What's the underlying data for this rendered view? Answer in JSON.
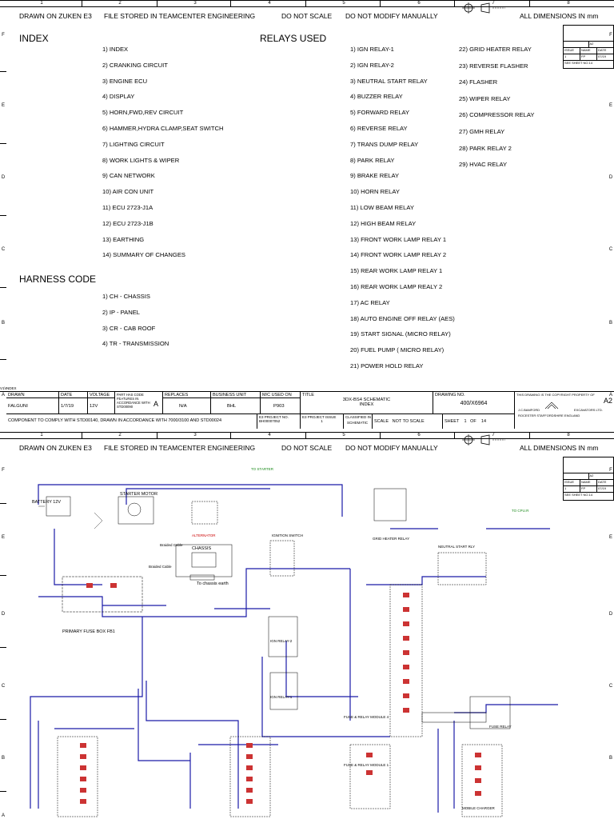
{
  "header": {
    "drawn_on": "DRAWN ON ZUKEN E3",
    "file_stored": "FILE STORED IN TEAMCENTER ENGINEERING",
    "do_not_scale": "DO NOT SCALE",
    "do_not_modify": "DO NOT MODIFY MANUALLY",
    "dimensions": "ALL DIMENSIONS IN mm"
  },
  "zones": [
    "1",
    "2",
    "3",
    "4",
    "5",
    "6",
    "7",
    "8"
  ],
  "rows": [
    "F",
    "E",
    "D",
    "C",
    "B",
    "A"
  ],
  "side_panel": {
    "sheet_size": "A2",
    "issue_label": "ISSUE",
    "issue_value": "1",
    "name_label": "NAME",
    "name_value": "FP",
    "date_label": "DATE",
    "date_value": "07/19",
    "note": "SEE SHEET NO.14"
  },
  "index": {
    "title": "INDEX",
    "items": [
      "1) INDEX",
      "2) CRANKING CIRCUIT",
      "3) ENGINE ECU",
      "4) DISPLAY",
      "5) HORN,FWD,REV CIRCUIT",
      "6) HAMMER,HYDRA CLAMP,SEAT SWITCH",
      "7) LIGHTING CIRCUIT",
      "8) WORK LIGHTS & WIPER",
      "9) CAN NETWORK",
      "10) AIR CON UNIT",
      "11) ECU 2723-J1A",
      "12) ECU 2723-J1B",
      "13) EARTHING",
      "14) SUMMARY OF CHANGES"
    ]
  },
  "harness": {
    "title": "HARNESS CODE",
    "items": [
      "1) CH - CHASSIS",
      "2) IP - PANEL",
      "3) CR - CAB ROOF",
      "4) TR - TRANSMISSION"
    ]
  },
  "relays": {
    "title": "RELAYS USED",
    "col1": [
      "1) IGN RELAY-1",
      "2) IGN RELAY-2",
      "3) NEUTRAL START RELAY",
      "4) BUZZER RELAY",
      "5) FORWARD RELAY",
      "6) REVERSE RELAY",
      "7) TRANS DUMP RELAY",
      "8) PARK RELAY",
      "9) BRAKE RELAY",
      "10) HORN RELAY",
      "11) LOW BEAM RELAY",
      "12) HIGH BEAM RELAY",
      "13) FRONT WORK LAMP RELAY 1",
      "14) FRONT WORK LAMP RELAY 2",
      "15) REAR WORK LAMP RELAY 1",
      "16) REAR WORK LAMP REALY 2",
      "17) AC RELAY",
      "18) AUTO ENGINE OFF RELAY (AES)",
      "19) START SIGNAL (MICRO RELAY)",
      "20) FUEL PUMP ( MICRO RELAY)",
      "21) POWER HOLD RELAY"
    ],
    "col2": [
      "22) GRID HEATER RELAY",
      "23) REVERSE FLASHER",
      "24) FLASHER",
      "25) WIPER RELAY",
      "26) COMPRESSOR RELAY",
      "27) GMH RELAY",
      "28) PARK  RELAY 2",
      "29) HVAC RELAY"
    ]
  },
  "title_block": {
    "v1_label": "V1\\INDEX",
    "drawn_label": "DRAWN",
    "drawn_value": "FALGUNI",
    "date_label": "DATE",
    "date_value": "1/7/19",
    "voltage_label": "VOLTAGE",
    "voltage_value": "12V",
    "part_note": "PART HAS CODE FEATURES IN ACCORDANCE WITH STD00090",
    "part_code": "A",
    "replaces_label": "REPLACES",
    "replaces_value": "N/A",
    "business_label": "BUSINESS UNIT",
    "business_value": "BHL",
    "mc_label": "M/C USED ON",
    "mc_value": "P903",
    "title_label": "TITLE",
    "title_value1": "3DX-BS4 SCHEMATIC",
    "title_value2": "INDEX",
    "drawing_label": "DRAWING NO.",
    "drawing_value": "400/X6964",
    "copyright": "THIS DRAWING IS THE COPYRIGHT PROPERTY OF",
    "size": "A2",
    "company1": "J.C.BAMFORD",
    "company2": "EXCAVATORS LTD.",
    "address": "ROCESTER    STAFFORDSHIRE    ENGLAND",
    "comply": "COMPONENT TO COMPLY WITH STD00140, DRAWN IN ACCORDANCE WITH 7000/3100 AND STD00024",
    "e3_project_label": "E3 PROJECT NO.",
    "e3_project_value": "BH00007052",
    "e3_issue_label": "E3 PROJECT ISSUE",
    "e3_issue_value": "1",
    "classified_label": "CLASSIFIED IN",
    "classified_value": "SCHEMATIC",
    "scale_label": "SCALE",
    "scale_value": "NOT TO SCALE",
    "sheet_label": "SHEET",
    "sheet_value": "1",
    "of_label": "OF",
    "of_value": "14"
  },
  "schematic": {
    "battery": "BATTERY 12V",
    "starter": "STARTER MOTOR",
    "alternator": "ALTERNATOR",
    "chassis": "CHASSIS",
    "braided1": "Braided Cable",
    "braided2": "Braided Cable",
    "to_chassis": "To chassis earth",
    "ignition": "IGNITION SWITCH",
    "primary_fuse": "PRIMARY FUSE BOX FB1",
    "neutral_relay": "NEUTRAL START RLY",
    "ign_relay2": "IGN RELAY-2",
    "ign_relay1": "IGN RELAY-1",
    "grid_heater": "GRID HEATER RELAY",
    "fuse_module4": "FUSE & RELAY MODULE 4",
    "fuse_module1": "FUSE & RELAY MODULE 1",
    "mobile_charger": "MOBILE CHARGER",
    "fuse_relay": "FUSE RELAY",
    "to_cp5": "TO CPU.R",
    "to_starter": "TO STARTER"
  }
}
